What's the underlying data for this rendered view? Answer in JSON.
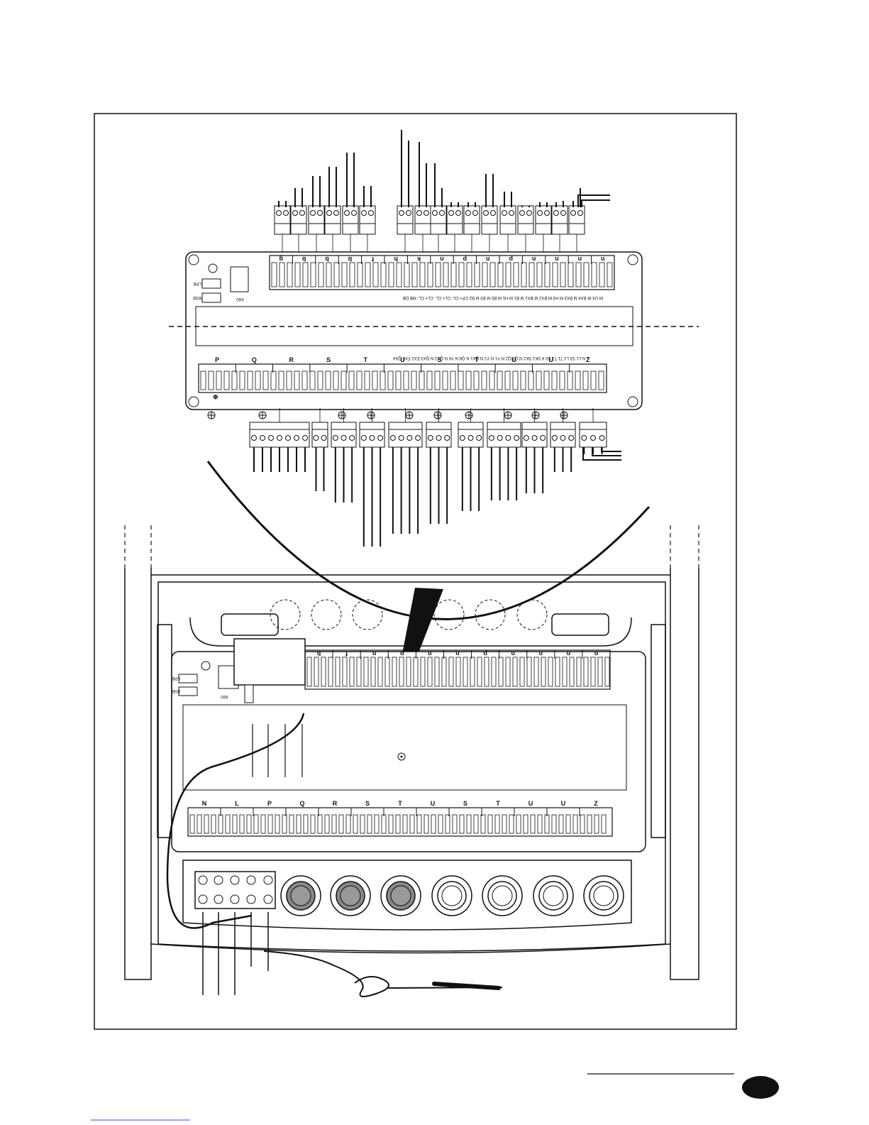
{
  "upper_board": {
    "top_row_letters": [
      "g",
      "b",
      "b",
      "b",
      "f",
      "h",
      "k",
      "n",
      "p",
      "n",
      "p",
      "n",
      "n",
      "n",
      "n"
    ],
    "top_row_pins": "M  UX  M  BX4  M  BX3  M  H3  M  BX2  M  BX1  M  B1  M  H1  M  B5  M  B3  M  B2  CP+ CL- CL+ CL- CL+ CL- MB DB",
    "bottom_row_letters": [
      "P",
      "Q",
      "R",
      "S",
      "T",
      "U",
      "S",
      "T",
      "U",
      "U",
      "Z"
    ],
    "bottom_row_pins": "L  N  L1  S3  L1  T1  T2  S3  4  SK1 SK2  N  Q3  Q2  N  Y1  N  Y2  N  QX1  N  Q6  N  Y6  N  QX2  N  QX3  EX2 FX4 QX4",
    "left_connectors": [
      "LPB",
      "BSB",
      "X60"
    ]
  },
  "lower_board": {
    "top_row_letters": [
      "b",
      "f",
      "n",
      "p",
      "n",
      "n",
      "p",
      "n",
      "n",
      "n",
      "n"
    ],
    "bottom_row_letters": [
      "N",
      "L",
      "P",
      "Q",
      "R",
      "S",
      "T",
      "U",
      "S",
      "T",
      "U",
      "U",
      "Z"
    ],
    "left_connectors": [
      "LPB",
      "BSB",
      "X60"
    ]
  },
  "icons": [
    "earth-ground-icon"
  ]
}
